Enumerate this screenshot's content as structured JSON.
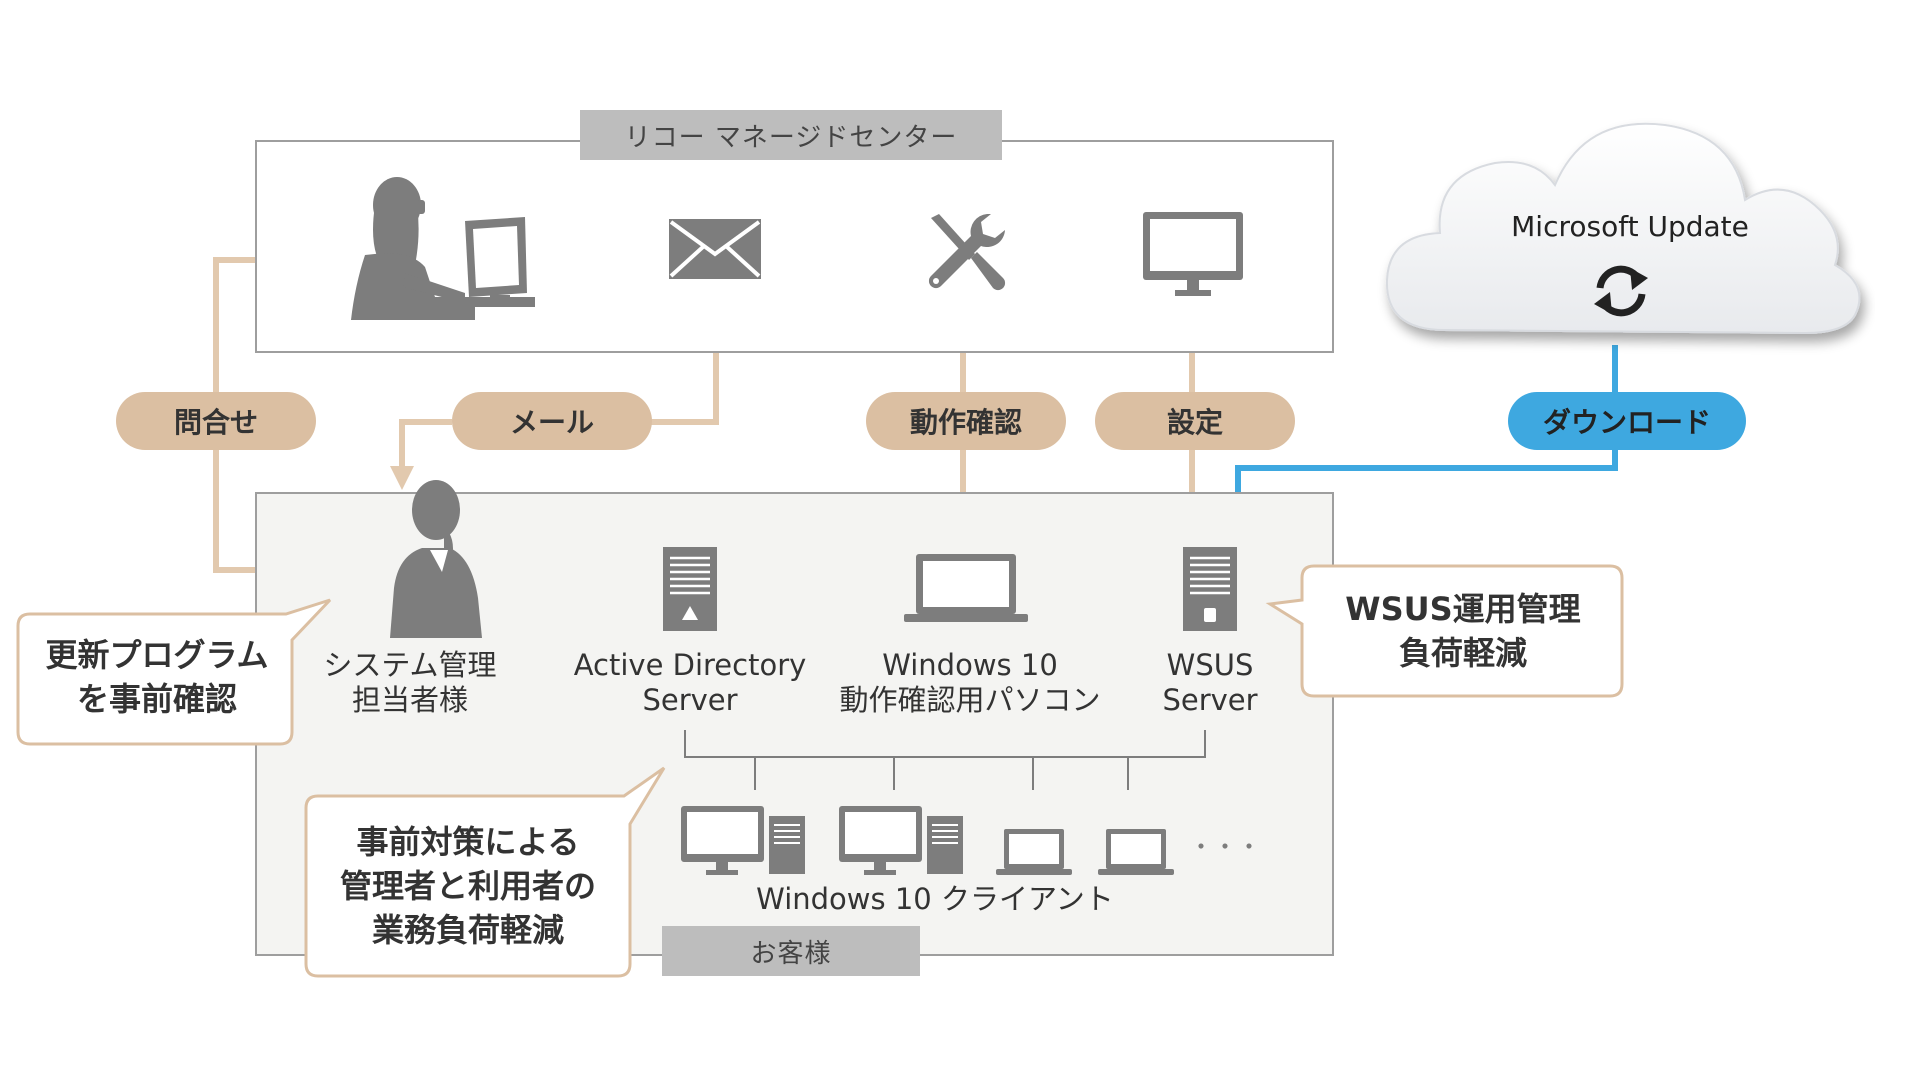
{
  "center": {
    "top_label": "リコー マネージドセンター",
    "bottom_label": "お客様"
  },
  "cloud": {
    "title": "Microsoft Update",
    "icon": "refresh-icon",
    "color": "#3ea8e0"
  },
  "pills": {
    "inquiry": "問合せ",
    "mail": "メール",
    "operation_check": "動作確認",
    "settings": "設定",
    "download": "ダウンロード"
  },
  "devices": {
    "admin": "システム管理\n担当者様",
    "ad_server": "Active Directory\nServer",
    "test_pc": "Windows 10\n動作確認用パソコン",
    "wsus": "WSUS\nServer",
    "clients": "Windows 10 クライアント",
    "ellipsis": "・・・"
  },
  "callouts": {
    "precheck": "更新プログラム\nを事前確認",
    "wsus_load": "WSUS運用管理\n負荷軽減",
    "reduction": "事前対策による\n管理者と利用者の\n業務負荷軽減"
  },
  "colors": {
    "accent_beige": "#dbbfa2",
    "arrow_beige": "#e2c9ae",
    "accent_blue": "#3ea8e0",
    "icon_gray": "#7d7d7d"
  }
}
